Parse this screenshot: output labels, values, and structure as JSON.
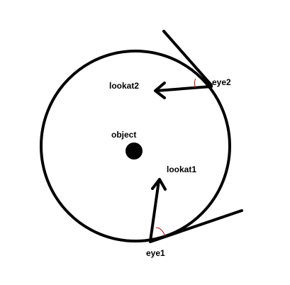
{
  "diagram": {
    "labels": {
      "object": "object",
      "lookat1": "lookat1",
      "lookat2": "lookat2",
      "eye1": "eye1",
      "eye2": "eye2"
    },
    "colors": {
      "stroke": "#000000",
      "angle_marker": "#cc0000",
      "background": "#ffffff"
    }
  }
}
